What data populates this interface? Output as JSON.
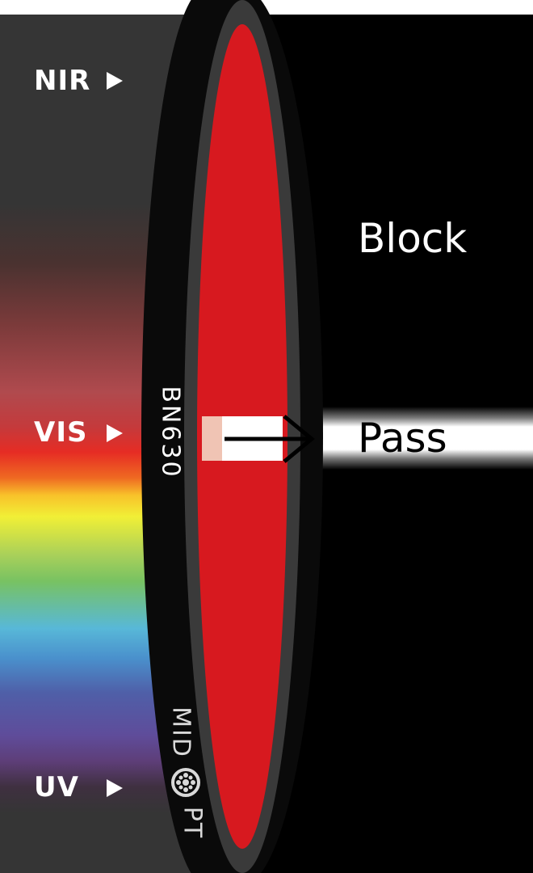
{
  "bands": {
    "nir": "NIR",
    "vis": "VIS",
    "uv": "UV"
  },
  "filter": {
    "model": "BN630",
    "brand": "MID",
    "brand_suffix": "PT",
    "lens_color": "#d7191f",
    "ring_color": "#0a0a0a",
    "ring_edge_color": "#3a3a3a"
  },
  "outcome": {
    "block": "Block",
    "pass": "Pass"
  },
  "colors": {
    "background_left": "#353535",
    "background_right": "#000000",
    "text": "#ffffff"
  }
}
